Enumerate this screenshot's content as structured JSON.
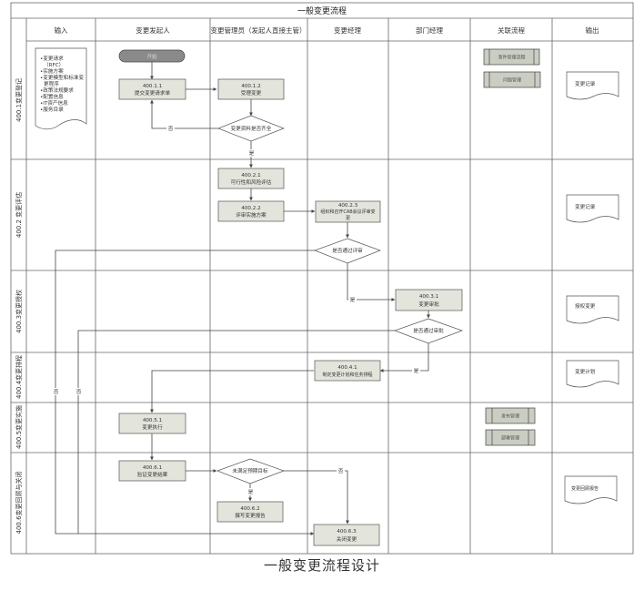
{
  "title": "一般变更流程",
  "caption": "一般变更流程设计",
  "columns": [
    "输入",
    "变更发起人",
    "变更管理员（发起人直接主管）",
    "变更经理",
    "部门经理",
    "关联流程",
    "输出"
  ],
  "phases": [
    "400.1变更登记",
    "400.2 变更评估",
    "400.3变更授权",
    "400.4变更排程",
    "400.5变更实施",
    "400.6变更回顾与关闭"
  ],
  "inputs": {
    "items": [
      "•变更请求",
      "（RFC）",
      "•实施方案",
      "•变更模型和标准变",
      "更程序",
      "•政策法规要求",
      "•配置信息",
      "•IT资产信息",
      "•服务目录"
    ]
  },
  "start": "开始",
  "steps": {
    "s111": {
      "id": "400.1.1",
      "label": "提交变更请求单"
    },
    "s112": {
      "id": "400.1.2",
      "label": "受理变更"
    },
    "s221": {
      "id": "400.2.1",
      "label": "可行性和风险评估"
    },
    "s222": {
      "id": "400.2.2",
      "label": "评审实施方案"
    },
    "s223": {
      "id": "400.2.3",
      "label": "组织和召开CAB会议评审变",
      "label2": "更"
    },
    "s331": {
      "id": "400.3.1",
      "label": "变更审批"
    },
    "s441": {
      "id": "400.4.1",
      "label": "制定变更计划和任务排程"
    },
    "s551": {
      "id": "400.5.1",
      "label": "变更执行"
    },
    "s661": {
      "id": "400.6.1",
      "label": "验证变更结果"
    },
    "s662": {
      "id": "400.6.2",
      "label": "撰写变更报告"
    },
    "s663": {
      "id": "400.6.3",
      "label": "关闭变更"
    }
  },
  "decisions": {
    "d1": "变更资料是否齐全",
    "d2": "是否通过评审",
    "d3": "是否通过审批",
    "d6": "未满足预期目标"
  },
  "edge_labels": {
    "yes": "是",
    "no": "否"
  },
  "related": [
    "事件管理流程",
    "问题管理",
    "发布管理",
    "部署管理"
  ],
  "outputs": [
    "变更记录",
    "变更记录",
    "授权变更",
    "变更计划",
    "变更回顾报告"
  ]
}
